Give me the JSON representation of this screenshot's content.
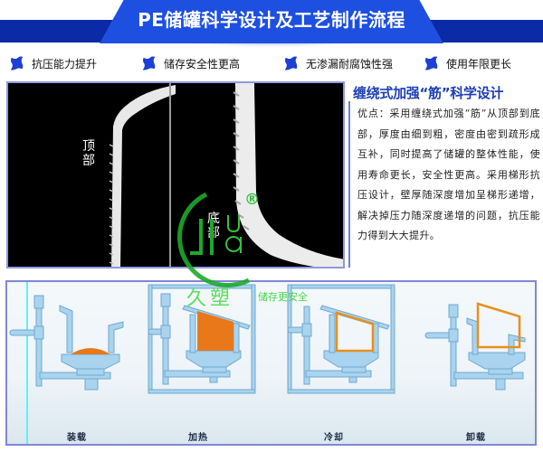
{
  "header": {
    "title": "PE储罐科学设计及工艺制作流程",
    "colors": {
      "band": "#0a2aa6",
      "center": "#1d4fe0"
    }
  },
  "features": [
    {
      "icon": "star-blob-icon",
      "label": "抗压能力提升"
    },
    {
      "icon": "star-blob-icon",
      "label": "储存安全性更高"
    },
    {
      "icon": "star-blob-icon",
      "label": "无渗漏耐腐蚀性强"
    },
    {
      "icon": "star-blob-icon",
      "label": "使用年限更长"
    }
  ],
  "photo": {
    "top_label": "顶部",
    "bottom_label": "底部"
  },
  "design": {
    "title": "缠绕式加强“筋”科学设计",
    "body": "优点：采用缠绕式加强“筋”从顶部到底部，厚度由细到粗，密度由密到疏形成互补，同时提高了储罐的整体性能，使用寿命更长，安全性更高。采用梯形抗压设计，壁厚随深度增加呈梯形递增，解决掉压力随深度递增的问题，抗压能力得到大大提升。"
  },
  "process": {
    "steps": [
      {
        "label": "装载"
      },
      {
        "label": "加热"
      },
      {
        "label": "冷却"
      },
      {
        "label": "卸载"
      }
    ],
    "colors": {
      "frame": "#a9d3ee",
      "frame_stroke": "#6fa9d0",
      "material": "#e8781a"
    }
  },
  "watermark": {
    "registered": "®",
    "brand_cn": "久塑",
    "slogan": "储存更安全",
    "color": "#30c23a"
  }
}
